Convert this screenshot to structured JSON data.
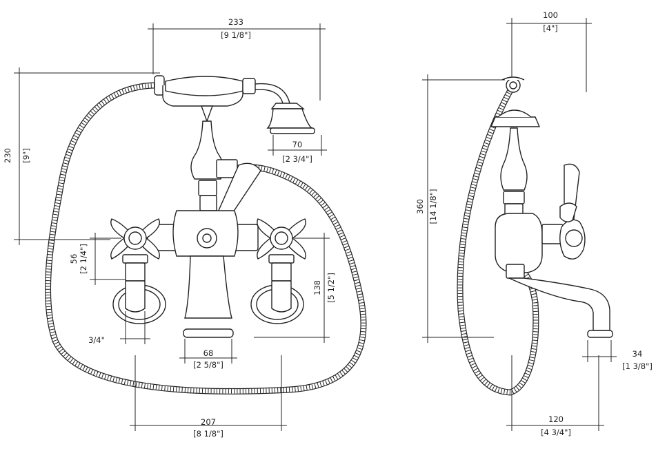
{
  "front_view": {
    "overall_width": {
      "value": "233",
      "imperial": "[9 1/8\"]"
    },
    "height_to_hook": {
      "value": "230",
      "imperial": "[9\"]"
    },
    "handset_head": {
      "value": "70",
      "imperial": "[2 3/4\"]"
    },
    "valve_height": {
      "value": "56",
      "imperial": "[2 1/4\"]"
    },
    "body_height": {
      "value": "138",
      "imperial": "[5 1/2\"]"
    },
    "inlet_thread": {
      "value": "3/4\""
    },
    "spout_base": {
      "value": "68",
      "imperial": "[2 5/8\"]"
    },
    "inlet_centers": {
      "value": "207",
      "imperial": "[8 1/8\"]"
    }
  },
  "side_view": {
    "cradle_offset": {
      "value": "100",
      "imperial": "[4\"]"
    },
    "overall_height": {
      "value": "360",
      "imperial": "[14 1/8\"]"
    },
    "spout_outlet": {
      "value": "34",
      "imperial": "[1 3/8\"]"
    },
    "spout_projection": {
      "value": "120",
      "imperial": "[4 3/4\"]"
    }
  }
}
